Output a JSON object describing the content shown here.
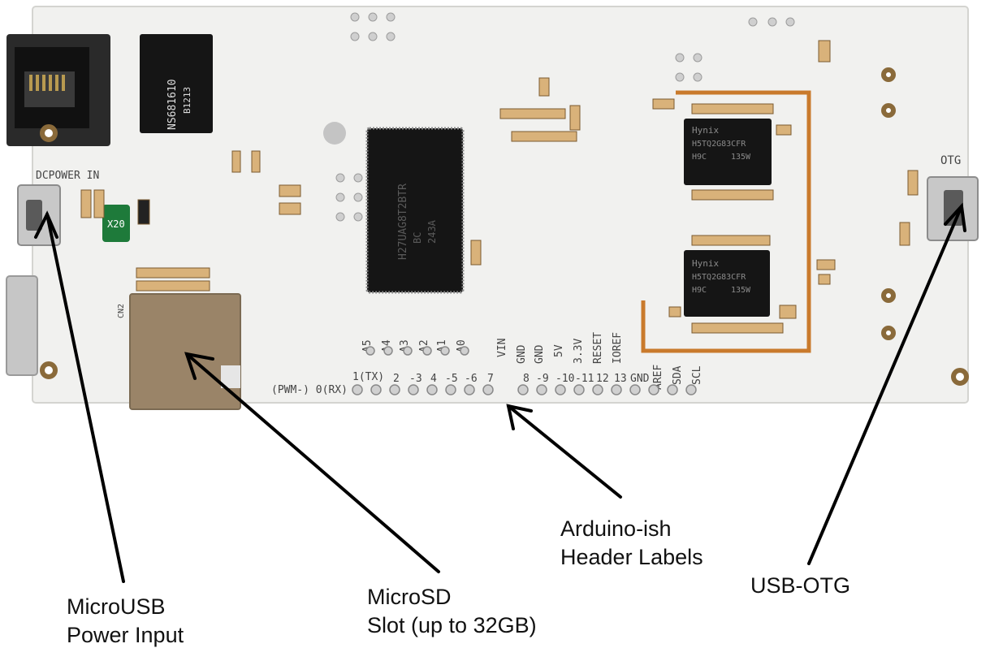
{
  "colors": {
    "board": "#f1f1ef",
    "chip": "#151515",
    "silkscreen": "#4a4a4a",
    "copper_trace": "#c97a2c",
    "sd_metal": "#9a8468",
    "arrow": "#000000"
  },
  "board": {
    "chips": {
      "ethernet_magnetics": [
        "NS681610",
        "B1213"
      ],
      "nand_flash": [
        "H27UAG8T2BTR",
        "BC",
        "243A"
      ],
      "dram_top": [
        "Hynix",
        "H5TQ2G83CFR",
        "H9C",
        "135W"
      ],
      "dram_bottom": [
        "Hynix",
        "H5TQ2G83CFR",
        "H9C",
        "135W"
      ]
    },
    "silkscreen": {
      "dcpower": "DCPOWER IN",
      "otg": "OTG",
      "analog_pins": [
        "A5",
        "A4",
        "A3",
        "A2",
        "A1",
        "A0"
      ],
      "power_pins": [
        "VIN",
        "GND",
        "GND",
        "5V",
        "3.3V",
        "RESET",
        "IOREF"
      ],
      "right_pins": [
        "AREF",
        "SDA",
        "SCL"
      ],
      "digital_row": [
        "(PWM-) 0(RX)",
        "1(TX)",
        "2",
        "-3",
        "4",
        "-5",
        "-6",
        "7",
        "8",
        "-9",
        "-10",
        "-11",
        "12",
        "13",
        "GND"
      ],
      "fuse": "X20",
      "sd_ref": "CN2"
    }
  },
  "callouts": {
    "microusb": [
      "MicroUSB",
      "Power Input"
    ],
    "microsd": [
      "MicroSD",
      "Slot (up to 32GB)"
    ],
    "header": [
      "Arduino-ish",
      "Header Labels"
    ],
    "usb_otg": [
      "USB-OTG"
    ]
  }
}
